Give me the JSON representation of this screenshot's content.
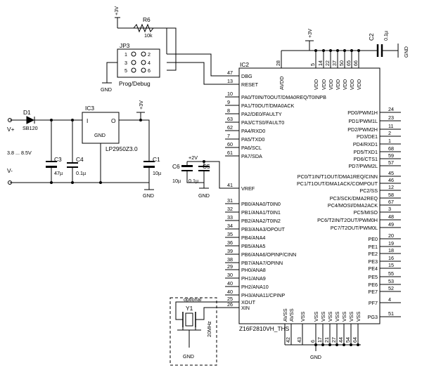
{
  "chip": {
    "ref": "IC2",
    "part": "Z16F2810VH_THS",
    "vdd_label": "VDD",
    "avdd_label": "AVDD",
    "avss_label": "AVSS",
    "vss_label": "VSS",
    "vdd_pins": [
      "28",
      "5",
      "14",
      "22",
      "37",
      "50",
      "65",
      "66"
    ],
    "vss_pins": [
      "43",
      "6",
      "17",
      "21",
      "27",
      "44",
      "54",
      "64"
    ],
    "gnd_avss_pins": [
      "42"
    ],
    "left_pins": [
      {
        "num": "47",
        "label": "DBG"
      },
      {
        "num": "13",
        "label": "RESET"
      },
      {
        "num": "10",
        "label": "PA0/T0IN/T0OUT/DMA0REQ/T0INPB"
      },
      {
        "num": "9",
        "label": "PA1/T0OUT/DMA0ACK"
      },
      {
        "num": "8",
        "label": "PA2/DE0/FAULTY"
      },
      {
        "num": "63",
        "label": "PA3/CTS0/FAULT0"
      },
      {
        "num": "62",
        "label": "PA4/RXD0"
      },
      {
        "num": "7",
        "label": "PA5/TXD0"
      },
      {
        "num": "60",
        "label": "PA6/SCL"
      },
      {
        "num": "61",
        "label": "PA7/SDA"
      },
      {
        "num": "41",
        "label": "VREF"
      },
      {
        "num": "31",
        "label": "PB0/ANA0/T0IN0"
      },
      {
        "num": "32",
        "label": "PB1/ANA1/T0IN1"
      },
      {
        "num": "33",
        "label": "PB2/ANA2/T0IN2"
      },
      {
        "num": "34",
        "label": "PB3/ANA3/OPOUT"
      },
      {
        "num": "35",
        "label": "PB4/ANA4"
      },
      {
        "num": "36",
        "label": "PB5/ANA5"
      },
      {
        "num": "39",
        "label": "PB6/ANA6/OPINP/CINN"
      },
      {
        "num": "38",
        "label": "PB7/ANA7/OPINN"
      },
      {
        "num": "29",
        "label": "PH0/ANA8"
      },
      {
        "num": "30",
        "label": "PH1/ANA9"
      },
      {
        "num": "40",
        "label": "PH2/ANA10"
      },
      {
        "num": "40",
        "label": "PH3/ANA11/CPINP"
      },
      {
        "num": "25",
        "label": "XOUT"
      },
      {
        "num": "26",
        "label": "XIN"
      }
    ],
    "right_pins": [
      {
        "num": "24",
        "label": "PD0/PWM1H"
      },
      {
        "num": "23",
        "label": "PD1/PWM1L"
      },
      {
        "num": "11",
        "label": "PD2/PWM2H"
      },
      {
        "num": "2",
        "label": "PD3/DE1"
      },
      {
        "num": "1",
        "label": "PD4/RXD1"
      },
      {
        "num": "68",
        "label": "PD5/TXD1"
      },
      {
        "num": "59",
        "label": "PD6/CTS1"
      },
      {
        "num": "57",
        "label": "PD7/PWM2L"
      },
      {
        "num": "45",
        "label": "PC0/T1IN/T1OUT/DMA1REQ/CINN"
      },
      {
        "num": "46",
        "label": "PC1/T1OUT/DMA1ACK/COMPOUT"
      },
      {
        "num": "12",
        "label": "PC2/SS"
      },
      {
        "num": "58",
        "label": "PC3/SCK/DMA2REQ"
      },
      {
        "num": "67",
        "label": "PC4/MOSI/DMA2ACK"
      },
      {
        "num": "3",
        "label": "PC5/MISO"
      },
      {
        "num": "48",
        "label": "PC6/T2IN/T2OUT/PWM0H"
      },
      {
        "num": "49",
        "label": "PC7/T2OUT/PWM0L"
      },
      {
        "num": "20",
        "label": "PE0"
      },
      {
        "num": "19",
        "label": "PE1"
      },
      {
        "num": "18",
        "label": "PE2"
      },
      {
        "num": "16",
        "label": "PE3"
      },
      {
        "num": "15",
        "label": "PE4"
      },
      {
        "num": "55",
        "label": "PE5"
      },
      {
        "num": "53",
        "label": "PE6"
      },
      {
        "num": "52",
        "label": "PE7"
      },
      {
        "num": "4",
        "label": "PF7"
      },
      {
        "num": "51",
        "label": "PG3"
      }
    ]
  },
  "jp3": {
    "ref": "JP3",
    "label": "Prog/Debug",
    "pins": [
      "1",
      "2",
      "3",
      "4",
      "5",
      "6"
    ]
  },
  "r6": {
    "ref": "R6",
    "value": "10k"
  },
  "c2": {
    "ref": "C2",
    "value": "0.1µ"
  },
  "d1": {
    "ref": "D1",
    "part": "SB120"
  },
  "ic3": {
    "ref": "IC3",
    "part": "LP2950Z3.0",
    "in_label": "I",
    "out_label": "O",
    "gnd_label": "GND"
  },
  "c3": {
    "ref": "C3",
    "value": "47µ"
  },
  "c4": {
    "ref": "C4",
    "value": "0.1µ"
  },
  "c1": {
    "ref": "C1",
    "value": "10µ"
  },
  "c6": {
    "ref": "C6",
    "value": "10µ"
  },
  "c5": {
    "ref": "C5",
    "value": "0.1µ"
  },
  "y1": {
    "ref": "Y1",
    "freq": "20MHz",
    "box_label": "optional"
  },
  "power": {
    "rail_3v": "+3V",
    "rail_2v": "+2V",
    "gnd": "GND",
    "vin_pos": "V+",
    "vin_neg": "V-",
    "vin_range": "3.8 ... 8.5V"
  }
}
